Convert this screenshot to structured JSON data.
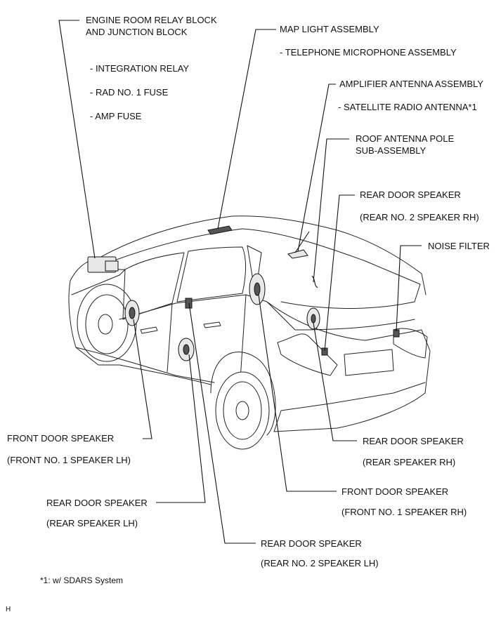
{
  "labels": {
    "engine_room_line1": "ENGINE ROOM RELAY BLOCK",
    "engine_room_line2": "AND JUNCTION BLOCK",
    "integration_relay": "- INTEGRATION RELAY",
    "rad_fuse": "- RAD NO. 1 FUSE",
    "amp_fuse": "- AMP FUSE",
    "map_light": "MAP LIGHT ASSEMBLY",
    "telephone_mic": "- TELEPHONE MICROPHONE ASSEMBLY",
    "amp_antenna": "AMPLIFIER ANTENNA ASSEMBLY",
    "satellite_antenna": "- SATELLITE RADIO ANTENNA*1",
    "roof_antenna_line1": "ROOF ANTENNA POLE",
    "roof_antenna_line2": "SUB-ASSEMBLY",
    "rear_no2_rh_title": "REAR DOOR SPEAKER",
    "rear_no2_rh_sub": "(REAR NO. 2 SPEAKER RH)",
    "noise_filter": "NOISE FILTER",
    "front_lh_title": "FRONT DOOR SPEAKER",
    "front_lh_sub": "(FRONT NO. 1 SPEAKER LH)",
    "rear_rh_title": "REAR DOOR SPEAKER",
    "rear_rh_sub": "(REAR SPEAKER RH)",
    "front_rh_title": "FRONT DOOR SPEAKER",
    "front_rh_sub": "(FRONT NO. 1 SPEAKER RH)",
    "rear_lh_title": "REAR DOOR SPEAKER",
    "rear_lh_sub": "(REAR SPEAKER LH)",
    "rear_no2_lh_title": "REAR DOOR SPEAKER",
    "rear_no2_lh_sub": "(REAR NO. 2 SPEAKER LH)"
  },
  "footnote": "*1: w/ SDARS System",
  "corner_mark": "H"
}
